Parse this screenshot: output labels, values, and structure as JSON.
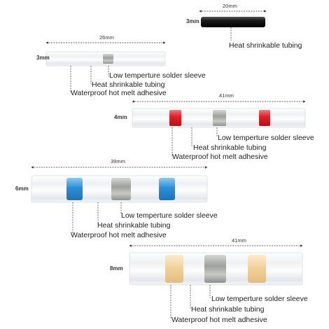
{
  "colors": {
    "red": "#e0222a",
    "blue": "#2a8fd8",
    "yellow": "#f2d29a",
    "solder": "#b5b7b2",
    "tube_black": "#1f1f1f"
  },
  "black_tube": {
    "length": "20mm",
    "diameter": "3mm",
    "label": "Heat shrinkable tubing"
  },
  "connectors": [
    {
      "length": "26mm",
      "diameter": "3mm",
      "band_color": "none",
      "labels": [
        "Low temperture solder sleeve",
        "Heat shrinkable tubing",
        "Waterproof hot melt adhesive"
      ]
    },
    {
      "length": "41mm",
      "diameter": "4mm",
      "band_color": "red",
      "labels": [
        "Low temperture solder sleeve",
        "Heat shrinkable tubing",
        "Waterproof hot melt adhesive"
      ]
    },
    {
      "length": "39mm",
      "diameter": "6mm",
      "band_color": "blue",
      "labels": [
        "Low temperture solder sleeve",
        "Heat shrinkable tubing",
        "Waterproof hot melt adhesive"
      ]
    },
    {
      "length": "41mm",
      "diameter": "8mm",
      "band_color": "yellow",
      "labels": [
        "Low temperture solder sleeve",
        "Heat shrinkable tubing",
        "Waterproof hot melt adhesive"
      ]
    }
  ]
}
